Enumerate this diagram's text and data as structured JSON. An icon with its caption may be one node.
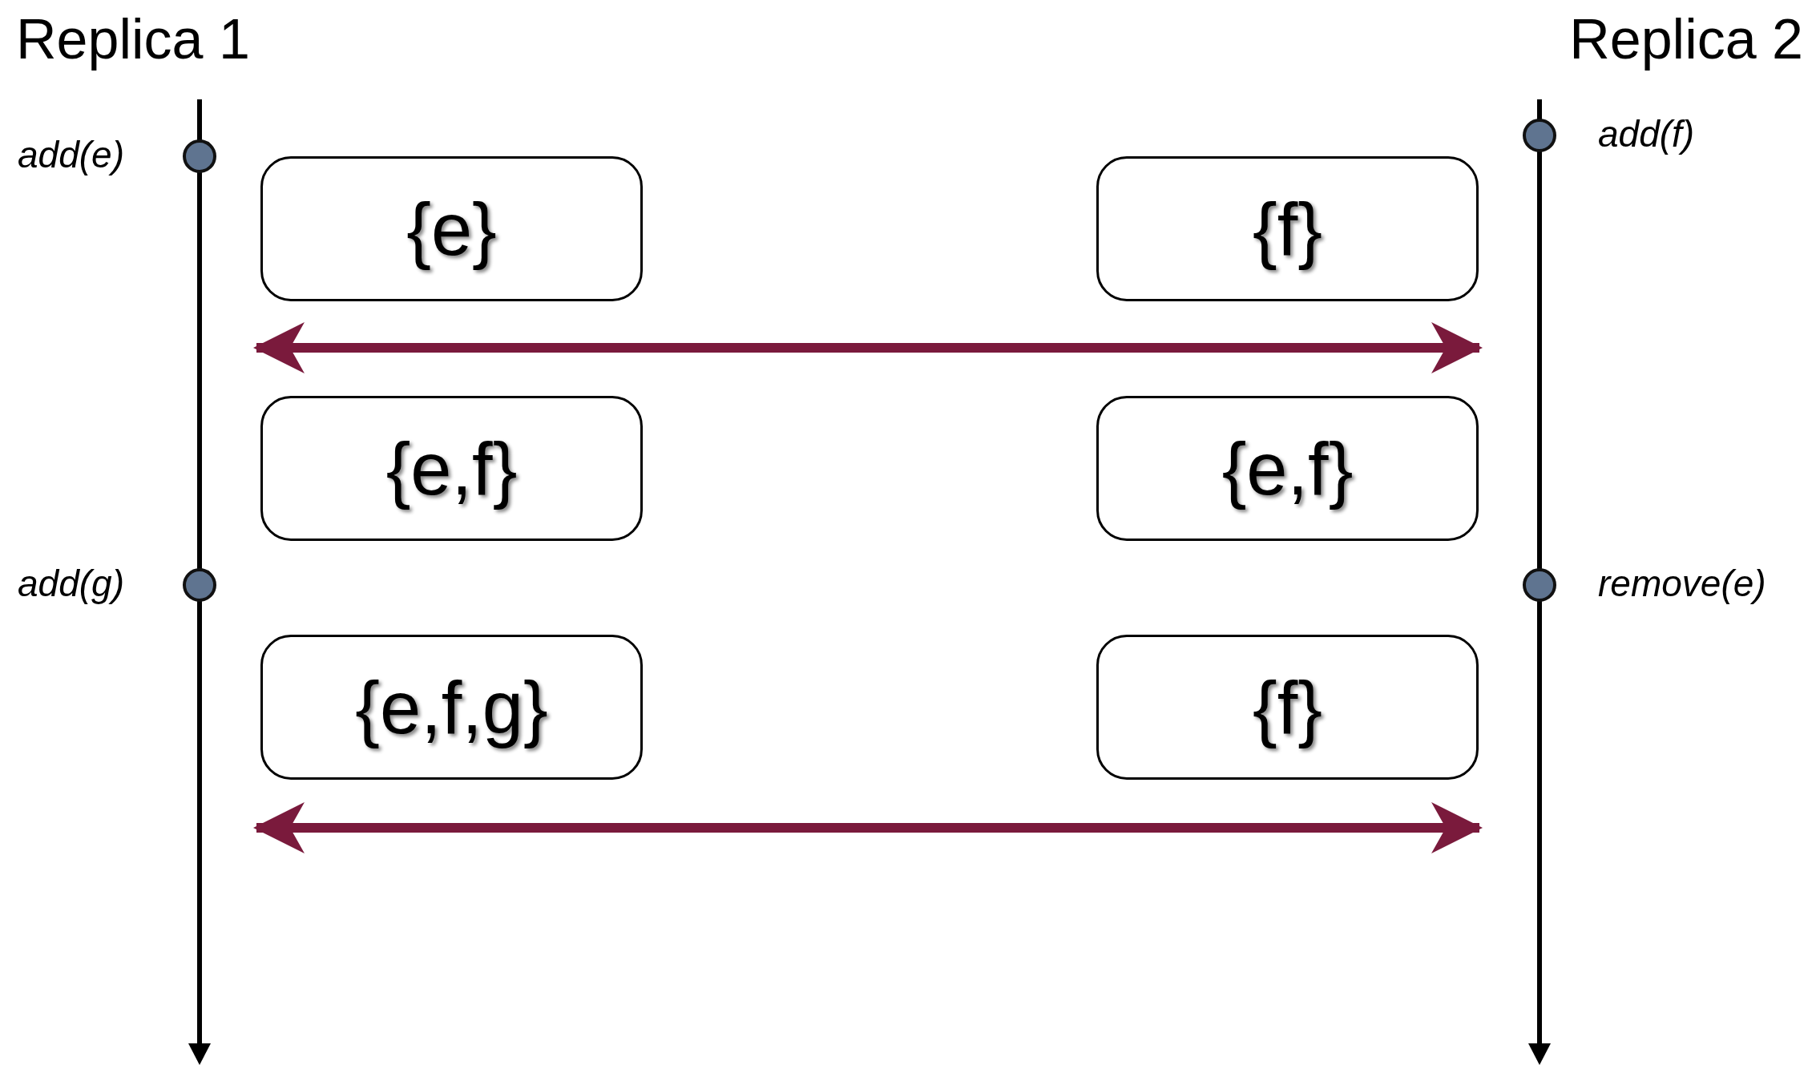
{
  "diagram": {
    "nodes": [
      {
        "text": [
          "Replica 1"
        ]
      },
      {
        "text": [
          "Replica 2"
        ]
      },
      {
        "text": [
          "add(e)"
        ],
        "in": 0
      },
      {
        "text": [
          "add(f)"
        ],
        "in": 1
      },
      {
        "text": [
          "{e}"
        ]
      },
      {
        "text": [
          "{f}"
        ]
      },
      {
        "text": [
          "{e,f}"
        ]
      },
      {
        "text": [
          "{e,f}"
        ]
      },
      {
        "text": [
          "add(g)"
        ],
        "in": 0
      },
      {
        "text": [
          "remove(e)"
        ],
        "in": 1
      },
      {
        "text": [
          "{e,f,g}"
        ]
      },
      {
        "text": [
          "{f}"
        ]
      }
    ],
    "edges": [
      {
        "from": 0,
        "to": 1,
        "arrow": "both",
        "color": "#7a1a3c"
      },
      {
        "from": 0,
        "to": 1,
        "arrow": "both",
        "color": "#7a1a3c"
      }
    ]
  }
}
